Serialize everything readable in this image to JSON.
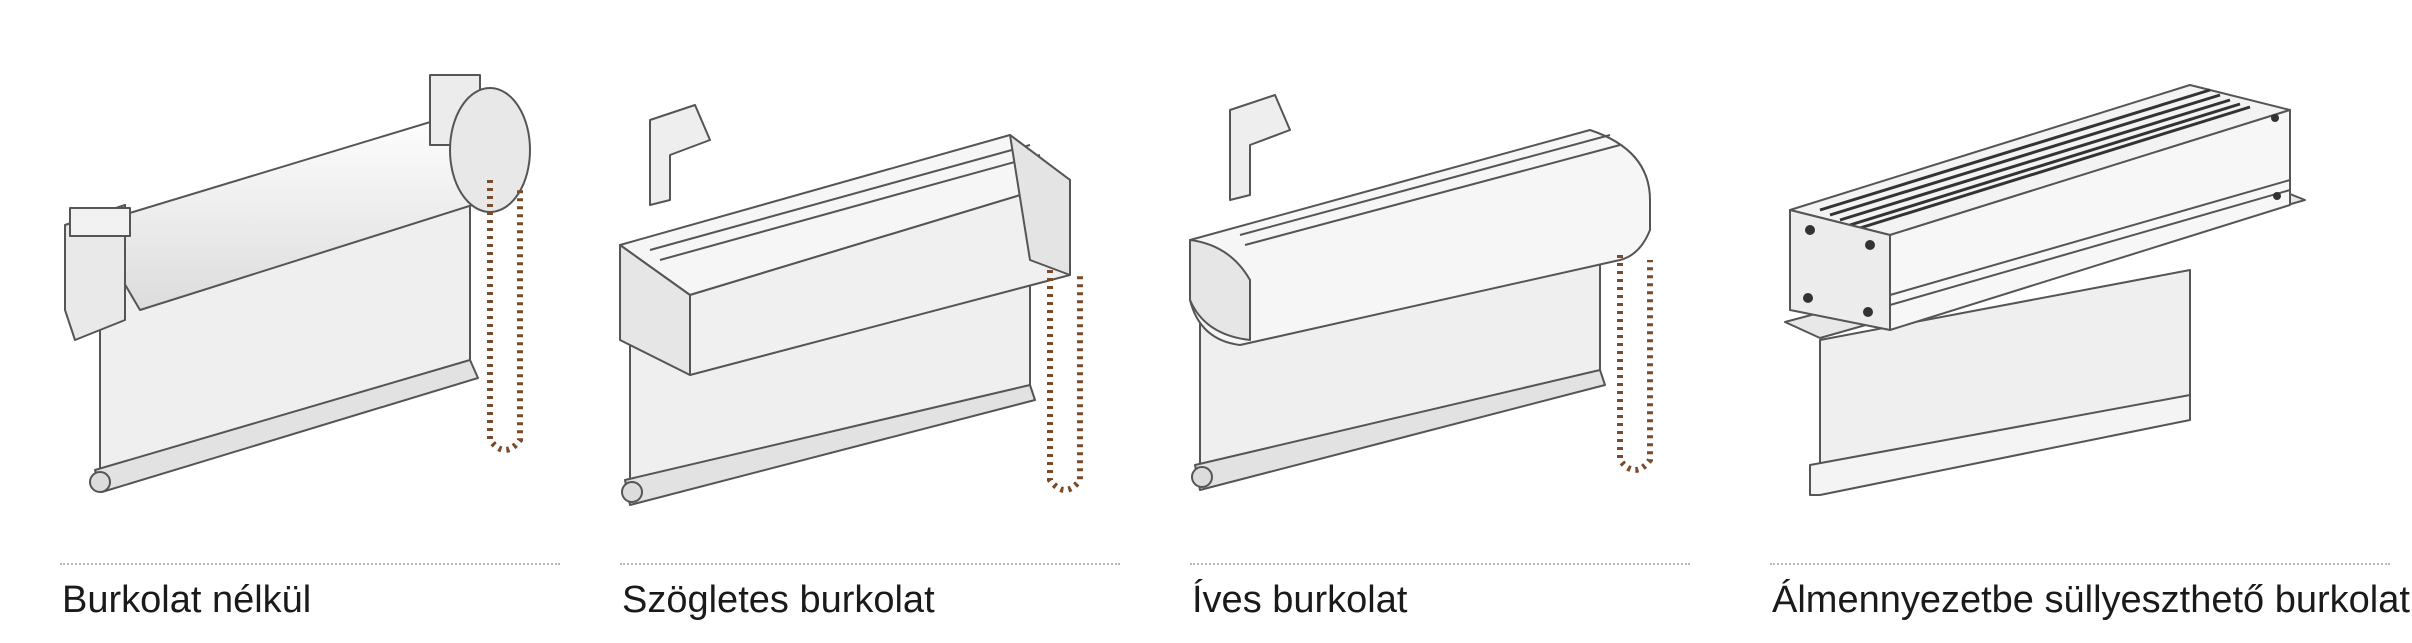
{
  "products": [
    {
      "label": "Burkolat nélkül"
    },
    {
      "label": "Szögletes burkolat"
    },
    {
      "label": "Íves burkolat"
    },
    {
      "label": "Álmennyezetbe süllyeszthető burkolat"
    }
  ],
  "colors": {
    "line": "#555555",
    "chain": "#7a4a2a",
    "divider": "#b8b8b8"
  }
}
